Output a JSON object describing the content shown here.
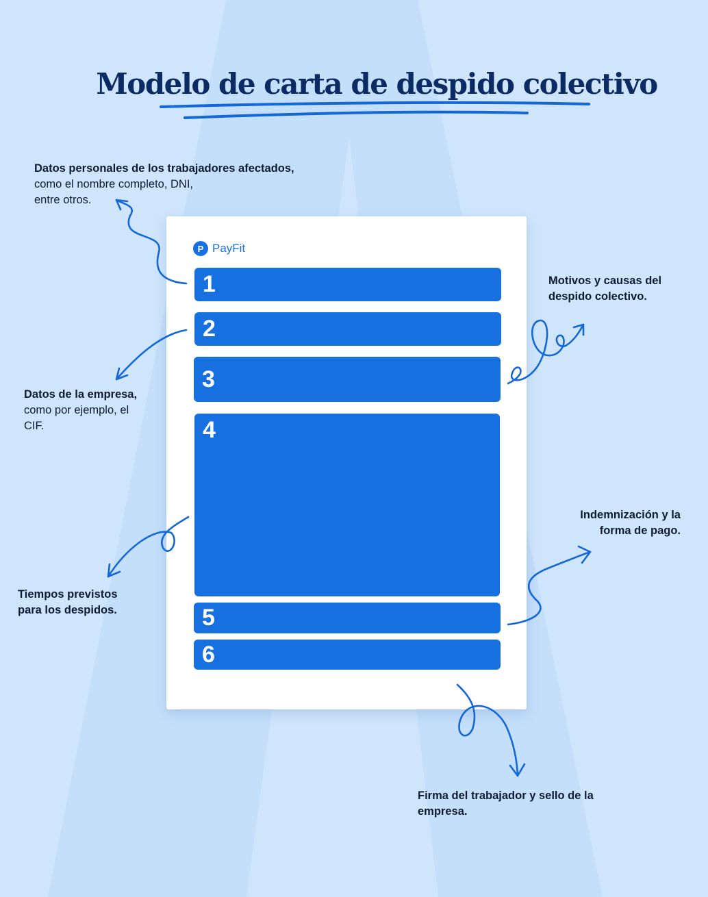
{
  "title": "Modelo de carta de despido colectivo",
  "brand": {
    "mark": "P",
    "name": "PayFit"
  },
  "colors": {
    "background": "#cfe5fb",
    "accent": "#1670df",
    "title": "#0c2a63",
    "text": "#0f1b33"
  },
  "blocks": [
    "1",
    "2",
    "3",
    "4",
    "5",
    "6"
  ],
  "notes": {
    "datos_personales": {
      "strong": "Datos personales de los trabajadores afectados,",
      "light_1": "como el nombre completo, DNI,",
      "light_2": "entre otros."
    },
    "datos_empresa": {
      "strong": "Datos de la empresa,",
      "light_1": "como por ejemplo, el",
      "light_2": "CIF."
    },
    "tiempos": {
      "line_1": "Tiempos previstos",
      "line_2": "para los despidos."
    },
    "motivos": {
      "line_1": "Motivos y causas del",
      "line_2": "despido colectivo."
    },
    "indemnizacion": {
      "line_1": "Indemnización y la",
      "line_2": "forma de pago."
    },
    "firma": {
      "line_1": "Firma del trabajador y sello de la",
      "line_2": "empresa."
    }
  }
}
